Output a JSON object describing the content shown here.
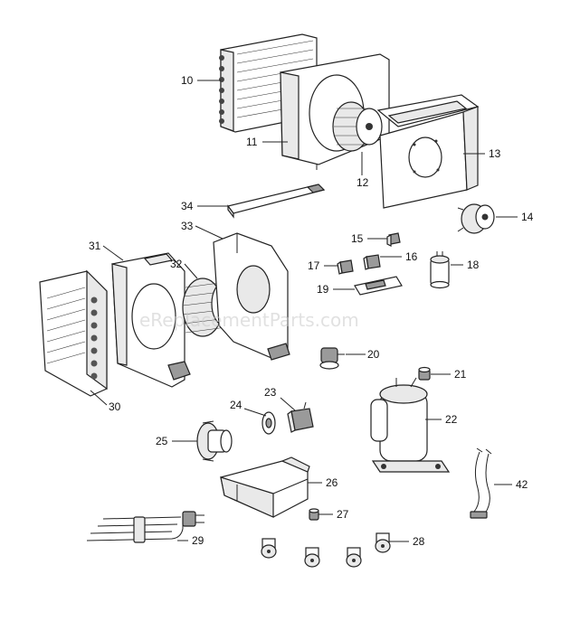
{
  "watermark": "eReplacementParts.com",
  "callouts": {
    "p10": "10",
    "p11": "11",
    "p12": "12",
    "p13": "13",
    "p14": "14",
    "p15": "15",
    "p16": "16",
    "p17": "17",
    "p18": "18",
    "p19": "19",
    "p20": "20",
    "p21": "21",
    "p22": "22",
    "p23": "23",
    "p24": "24",
    "p25": "25",
    "p26": "26",
    "p27": "27",
    "p28": "28",
    "p29": "29",
    "p30": "30",
    "p31": "31",
    "p32": "32",
    "p33": "33",
    "p34": "34",
    "p42": "42"
  }
}
